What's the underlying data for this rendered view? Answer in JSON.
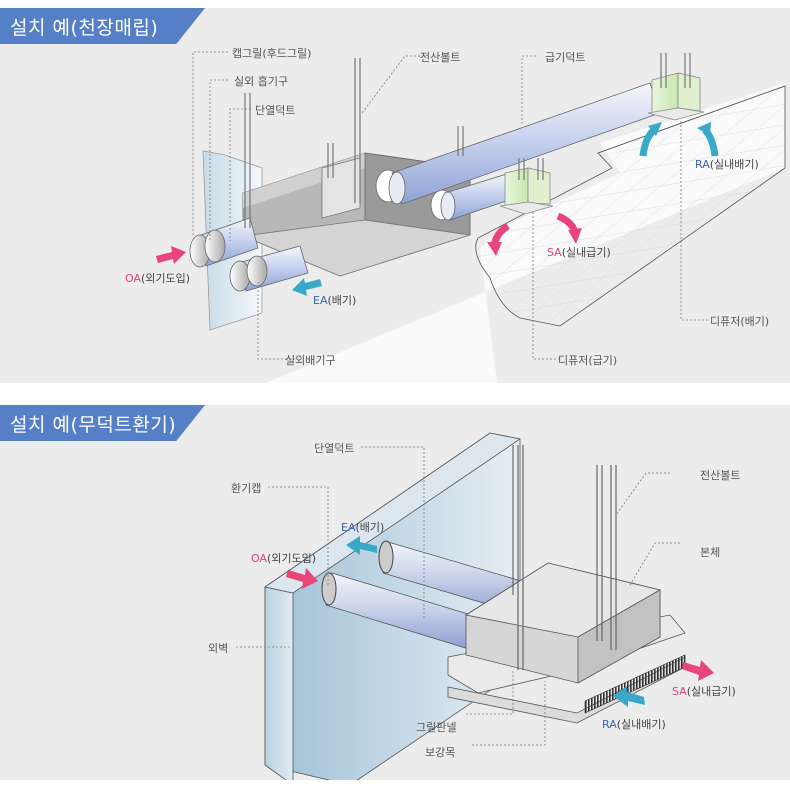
{
  "colors": {
    "title_bg": "#5580c8",
    "panel_bg": "#ececec",
    "arrow_pink": "#e8457a",
    "arrow_blue": "#3aa9c8",
    "code_pink": "#e0407a",
    "code_blue": "#3b5fb0"
  },
  "panel1": {
    "title": "설치 예(천장매립)",
    "labels": {
      "cap_grill": "캡그릴(후드그릴)",
      "outdoor_intake": "실외 흡기구",
      "insulated_duct": "단열덕트",
      "suspension_bolt": "전산볼트",
      "supply_duct": "급기덕트",
      "outdoor_exhaust": "실외배기구",
      "diffuser_supply": "디퓨저(급기)",
      "diffuser_exhaust": "디퓨저(배기)"
    },
    "flows": {
      "oa_code": "OA",
      "oa_text": "(외기도입)",
      "ea_code": "EA",
      "ea_text": "(배기)",
      "sa_code": "SA",
      "sa_text": "(실내급기)",
      "ra_code": "RA",
      "ra_text": "(실내배기)"
    }
  },
  "panel2": {
    "title": "설치 예(무덕트환기)",
    "labels": {
      "insulated_duct": "단열덕트",
      "vent_cap": "환기캡",
      "suspension_bolt": "전산볼트",
      "main_unit": "본체",
      "outer_wall": "외벽",
      "grill_panel": "그릴판넬",
      "reinforcement": "보강목"
    },
    "flows": {
      "ea_code": "EA",
      "ea_text": "(배기)",
      "oa_code": "OA",
      "oa_text": "(외기도입)",
      "sa_code": "SA",
      "sa_text": "(실내급기)",
      "ra_code": "RA",
      "ra_text": "(실내배기)"
    }
  }
}
